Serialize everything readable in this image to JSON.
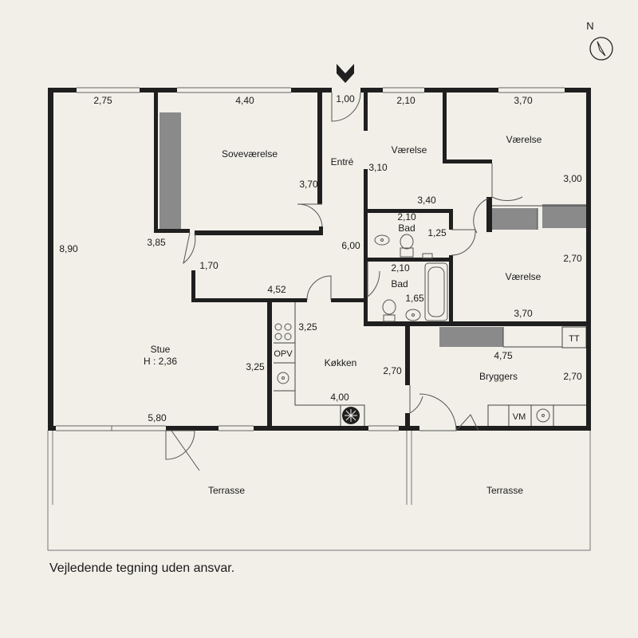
{
  "compass": {
    "north_label": "N"
  },
  "rooms": {
    "sovevaerelse": "Soveværelse",
    "entre": "Entré",
    "vaerelse_1": "Værelse",
    "vaerelse_2": "Værelse",
    "vaerelse_3": "Værelse",
    "bad_1": "Bad",
    "bad_2": "Bad",
    "stue": "Stue",
    "stue_height": "H : 2,36",
    "kokken": "Køkken",
    "bryggers": "Bryggers",
    "terrasse_1": "Terrasse",
    "terrasse_2": "Terrasse"
  },
  "fixtures": {
    "opv": "OPV",
    "tt": "TT",
    "vm": "VM"
  },
  "dimensions": {
    "d_2_75": "2,75",
    "d_4_40": "4,40",
    "d_1_00": "1,00",
    "d_2_10_top": "2,10",
    "d_3_70_top": "3,70",
    "d_3_70_sove": "3,70",
    "d_3_10": "3,10",
    "d_3_00": "3,00",
    "d_3_40": "3,40",
    "d_2_10_bad1": "2,10",
    "d_1_25": "1,25",
    "d_8_90": "8,90",
    "d_3_85": "3,85",
    "d_6_00": "6,00",
    "d_1_70": "1,70",
    "d_2_10_bad2": "2,10",
    "d_2_70_vaer": "2,70",
    "d_4_52": "4,52",
    "d_1_65": "1,65",
    "d_3_70_vaer": "3,70",
    "d_3_25_kok": "3,25",
    "d_3_25_stue": "3,25",
    "d_4_75": "4,75",
    "d_2_70_kok": "2,70",
    "d_2_70_bry": "2,70",
    "d_4_00": "4,00",
    "d_5_80": "5,80"
  },
  "disclaimer": "Vejledende tegning uden ansvar."
}
